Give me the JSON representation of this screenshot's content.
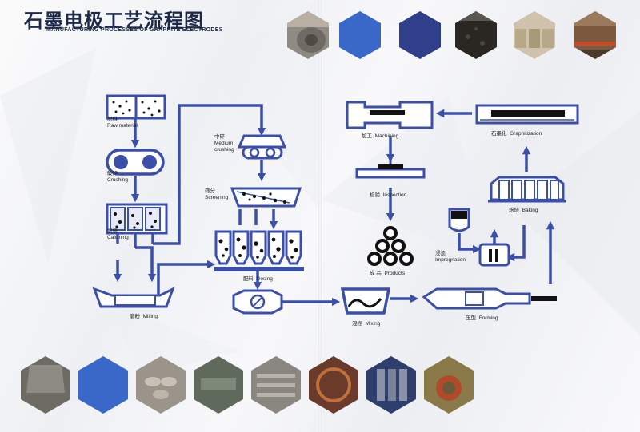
{
  "header": {
    "title_cn": "石墨电极工艺流程图",
    "title_en": "MANUFACTURING PROCESSES OF GRAPHITE ELECTRODES"
  },
  "colors": {
    "flow_blue": "#3b4fa8",
    "hex_blue": "#3a68c8",
    "hex_navy": "#2f3f8a"
  },
  "steps": {
    "raw_material": {
      "cn": "原料",
      "en": "Raw material"
    },
    "crushing": {
      "cn": "破碎",
      "en": "Crushing"
    },
    "calcining": {
      "cn": "煅烧",
      "en": "Calcining"
    },
    "medium_crushing": {
      "cn": "中碎",
      "en1": "Medium",
      "en2": "crushing"
    },
    "screening": {
      "cn": "筛分",
      "en": "Screening"
    },
    "dosing": {
      "cn": "配料",
      "en": "Dosing"
    },
    "milling": {
      "cn": "磨粉",
      "en": "Milling"
    },
    "mixing": {
      "cn": "混捏",
      "en": "Mixing"
    },
    "forming": {
      "cn": "压型",
      "en": "Forming"
    },
    "impregnation": {
      "cn": "浸渍",
      "en": "Impregnation"
    },
    "baking": {
      "cn": "焙烧",
      "en": "Baking"
    },
    "graphitization": {
      "cn": "石墨化",
      "en": "Graphitization"
    },
    "machining": {
      "cn": "加工",
      "en": "Machining"
    },
    "inspection": {
      "cn": "检验",
      "en": "Inspection"
    },
    "products": {
      "cn": "成 品",
      "en": "Products"
    }
  },
  "photo_strips": {
    "top": [
      "furnace-photo",
      "blue-hexagon",
      "navy-hexagon",
      "coke-pile-photo",
      "bulk-bags-photo",
      "plant-interior-photo"
    ],
    "bottom": [
      "factory-photo",
      "blue-hexagon",
      "electrode-stack-photo",
      "machinery-photo",
      "pipes-photo",
      "reel-photo",
      "electrodes-photo",
      "crane-photo"
    ]
  }
}
